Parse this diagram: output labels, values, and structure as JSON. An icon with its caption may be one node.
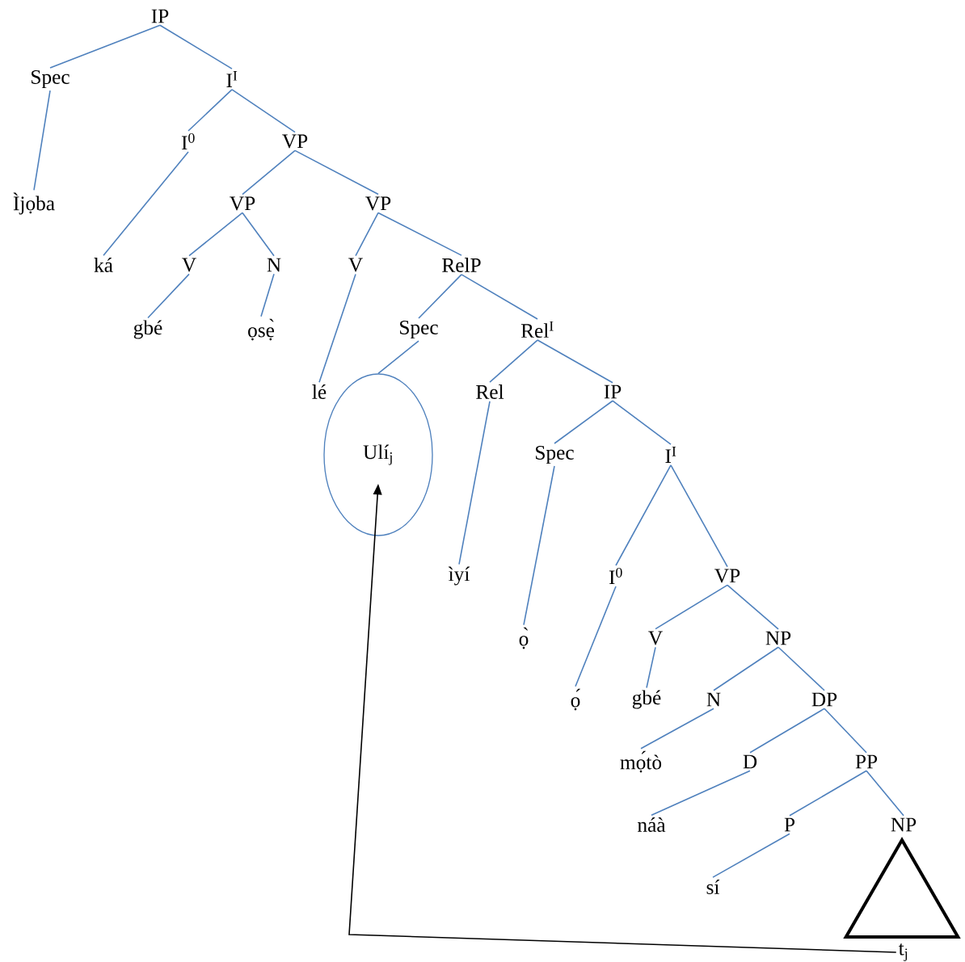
{
  "diagram": {
    "nodes": [
      {
        "text": [
          "IP"
        ]
      },
      {
        "text": [
          "Spec"
        ]
      },
      {
        "text": [
          "I$^{I}$"
        ]
      },
      {
        "text": [
          "Ìjọba"
        ]
      },
      {
        "text": [
          "I$^{0}$"
        ]
      },
      {
        "text": [
          "VP"
        ]
      },
      {
        "text": [
          "ká"
        ]
      },
      {
        "text": [
          "VP"
        ]
      },
      {
        "text": [
          "VP"
        ]
      },
      {
        "text": [
          "V"
        ]
      },
      {
        "text": [
          "N"
        ]
      },
      {
        "text": [
          "V"
        ]
      },
      {
        "text": [
          "RelP"
        ]
      },
      {
        "text": [
          "gbé"
        ]
      },
      {
        "text": [
          "ọsẹ̀"
        ]
      },
      {
        "text": [
          "lé"
        ]
      },
      {
        "text": [
          "Spec"
        ]
      },
      {
        "text": [
          "Rel$^{I}$"
        ]
      },
      {
        "text": [
          "Ulí$_{j}$"
        ]
      },
      {
        "text": [
          "Rel"
        ]
      },
      {
        "text": [
          "IP"
        ]
      },
      {
        "text": [
          "ìyí"
        ]
      },
      {
        "text": [
          "Spec"
        ]
      },
      {
        "text": [
          "I$^{I}$"
        ]
      },
      {
        "text": [
          "ọ̀"
        ]
      },
      {
        "text": [
          "I$^{0}$"
        ]
      },
      {
        "text": [
          "VP"
        ]
      },
      {
        "text": [
          "ọ́"
        ]
      },
      {
        "text": [
          "V"
        ]
      },
      {
        "text": [
          "NP"
        ]
      },
      {
        "text": [
          "gbé"
        ]
      },
      {
        "text": [
          "N"
        ]
      },
      {
        "text": [
          "DP"
        ]
      },
      {
        "text": [
          "mọ́tò"
        ]
      },
      {
        "text": [
          "D"
        ]
      },
      {
        "text": [
          "PP"
        ]
      },
      {
        "text": [
          "náà"
        ]
      },
      {
        "text": [
          "P"
        ]
      },
      {
        "text": [
          "NP"
        ]
      },
      {
        "text": [
          "sí"
        ]
      },
      {
        "text": [
          "t$_{j}$"
        ]
      },
      {
        "text": [],
        "shape": "triangle"
      }
    ],
    "edges": [
      {
        "from": 0,
        "to": 1,
        "arrow": "none"
      },
      {
        "from": 0,
        "to": 2,
        "arrow": "none"
      },
      {
        "from": 1,
        "to": 3,
        "arrow": "none"
      },
      {
        "from": 2,
        "to": 4,
        "arrow": "none"
      },
      {
        "from": 2,
        "to": 5,
        "arrow": "none"
      },
      {
        "from": 4,
        "to": 6,
        "arrow": "none"
      },
      {
        "from": 5,
        "to": 7,
        "arrow": "none"
      },
      {
        "from": 5,
        "to": 8,
        "arrow": "none"
      },
      {
        "from": 7,
        "to": 9,
        "arrow": "none"
      },
      {
        "from": 7,
        "to": 10,
        "arrow": "none"
      },
      {
        "from": 8,
        "to": 11,
        "arrow": "none"
      },
      {
        "from": 8,
        "to": 12,
        "arrow": "none"
      },
      {
        "from": 9,
        "to": 13,
        "arrow": "none"
      },
      {
        "from": 10,
        "to": 14,
        "arrow": "none"
      },
      {
        "from": 11,
        "to": 15,
        "arrow": "none"
      },
      {
        "from": 12,
        "to": 16,
        "arrow": "none"
      },
      {
        "from": 12,
        "to": 17,
        "arrow": "none"
      },
      {
        "from": 16,
        "to": 18,
        "arrow": "none"
      },
      {
        "from": 17,
        "to": 19,
        "arrow": "none"
      },
      {
        "from": 17,
        "to": 20,
        "arrow": "none"
      },
      {
        "from": 19,
        "to": 21,
        "arrow": "none"
      },
      {
        "from": 20,
        "to": 22,
        "arrow": "none"
      },
      {
        "from": 20,
        "to": 23,
        "arrow": "none"
      },
      {
        "from": 22,
        "to": 24,
        "arrow": "none"
      },
      {
        "from": 23,
        "to": 25,
        "arrow": "none"
      },
      {
        "from": 23,
        "to": 26,
        "arrow": "none"
      },
      {
        "from": 25,
        "to": 27,
        "arrow": "none"
      },
      {
        "from": 26,
        "to": 28,
        "arrow": "none"
      },
      {
        "from": 26,
        "to": 29,
        "arrow": "none"
      },
      {
        "from": 28,
        "to": 30,
        "arrow": "none"
      },
      {
        "from": 29,
        "to": 31,
        "arrow": "none"
      },
      {
        "from": 29,
        "to": 32,
        "arrow": "none"
      },
      {
        "from": 31,
        "to": 33,
        "arrow": "none"
      },
      {
        "from": 32,
        "to": 34,
        "arrow": "none"
      },
      {
        "from": 32,
        "to": 35,
        "arrow": "none"
      },
      {
        "from": 34,
        "to": 36,
        "arrow": "none"
      },
      {
        "from": 35,
        "to": 37,
        "arrow": "none"
      },
      {
        "from": 35,
        "to": 38,
        "arrow": "none"
      },
      {
        "from": 37,
        "to": 39,
        "arrow": "none"
      },
      {
        "from": 40,
        "to": 18,
        "arrow": "to",
        "color": "#000000"
      }
    ]
  }
}
